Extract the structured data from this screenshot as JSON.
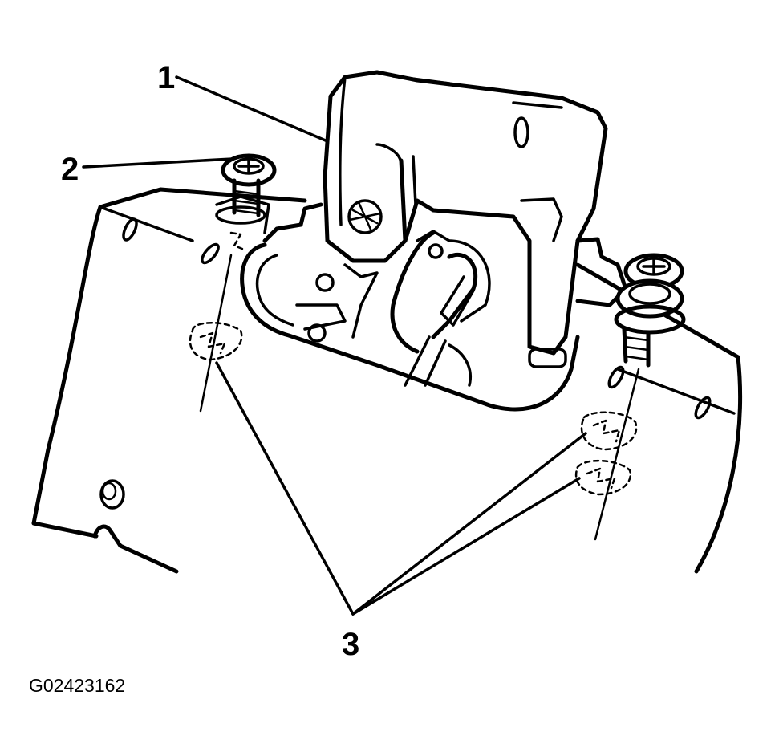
{
  "callouts": {
    "latch": "1",
    "bolt": "2",
    "clips": "3"
  },
  "figure_id": "G02423162"
}
